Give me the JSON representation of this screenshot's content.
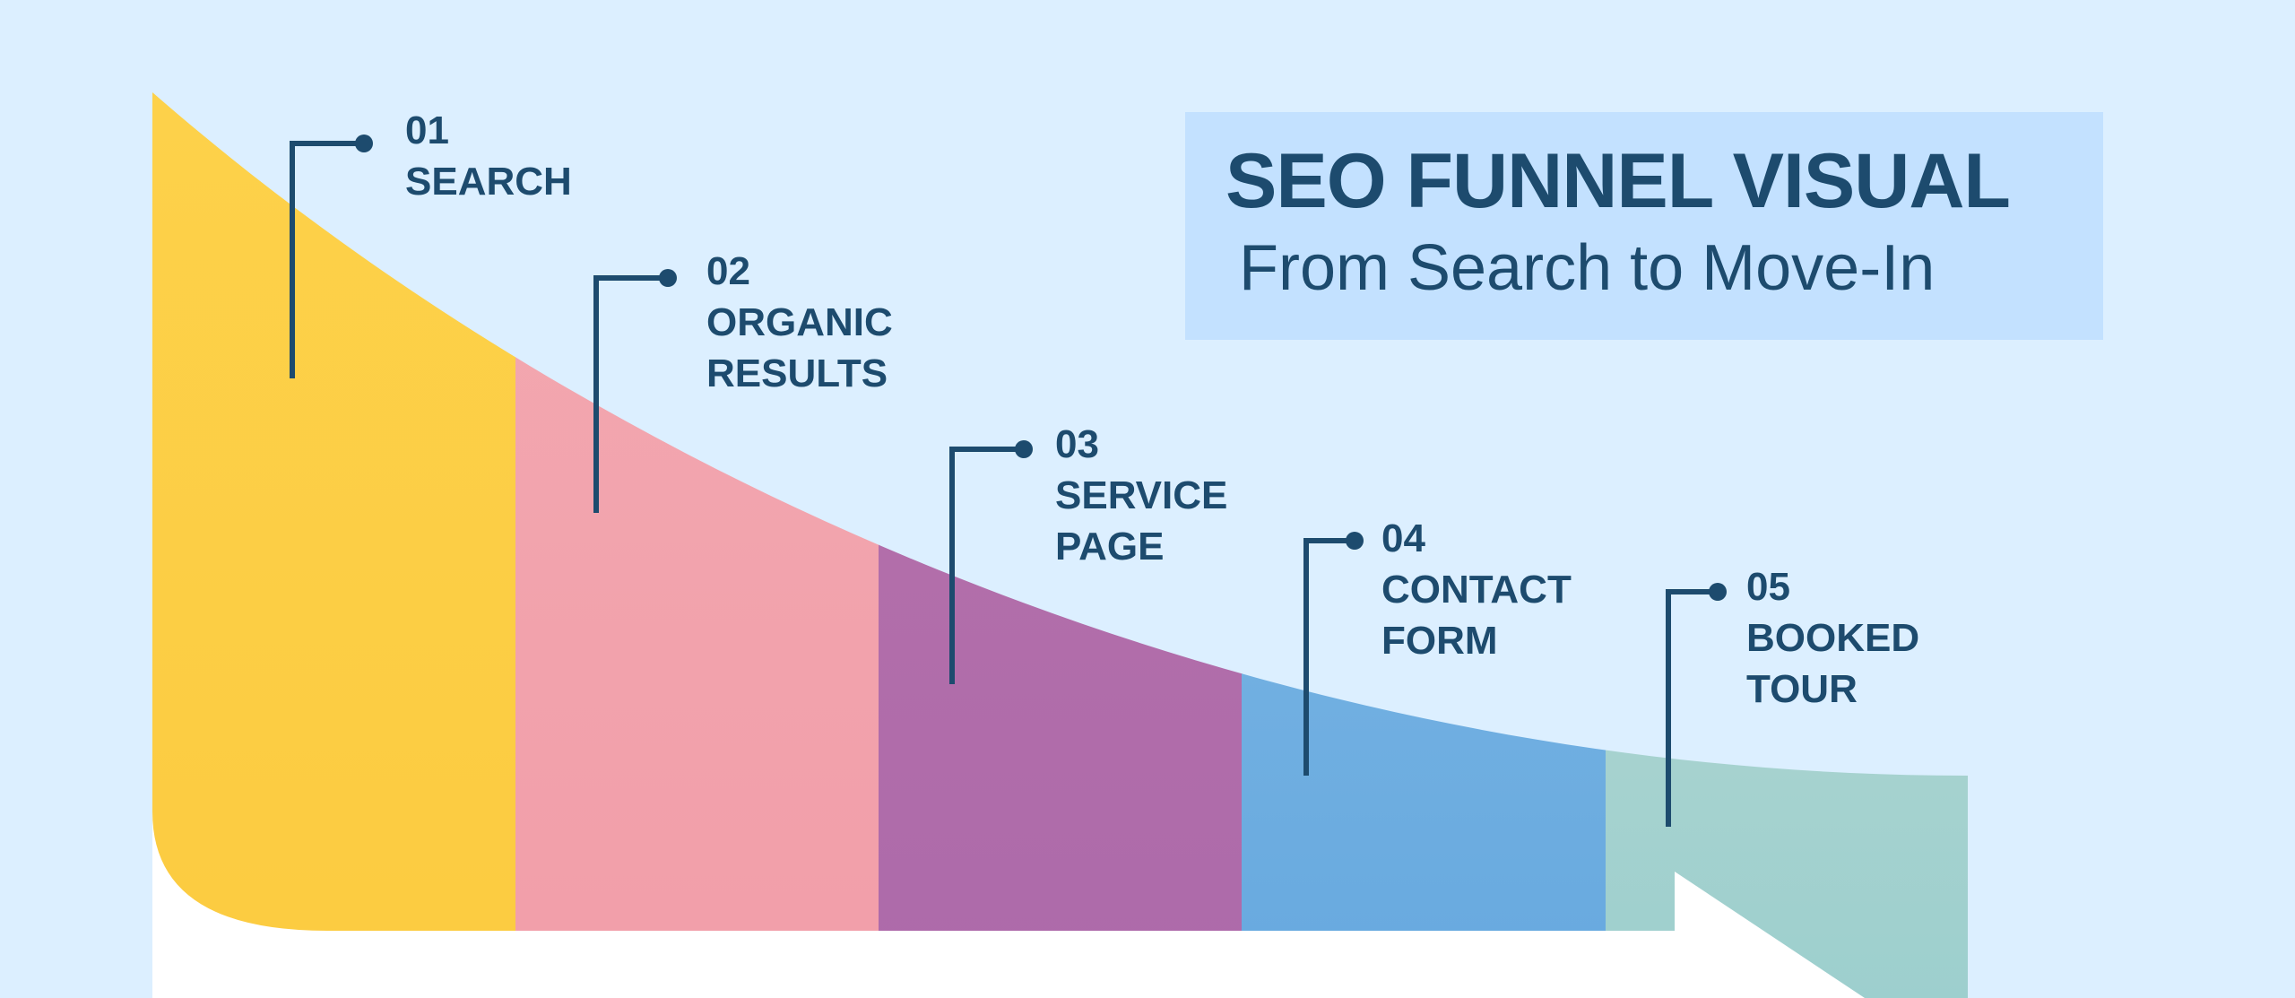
{
  "title": "SEO FUNNEL VISUAL",
  "subtitle": "From Search to Move-In",
  "stages": [
    {
      "number": "01",
      "lines": [
        "SEARCH"
      ],
      "color": "#fdd24b"
    },
    {
      "number": "02",
      "lines": [
        "ORGANIC",
        "RESULTS"
      ],
      "color": "#f3a5ae"
    },
    {
      "number": "03",
      "lines": [
        "SERVICE",
        "PAGE"
      ],
      "color": "#b36fa9"
    },
    {
      "number": "04",
      "lines": [
        "CONTACT",
        "FORM"
      ],
      "color": "#75b1e2"
    },
    {
      "number": "05",
      "lines": [
        "BOOKED",
        "TOUR"
      ],
      "color": "#b0dad5"
    }
  ],
  "colors": {
    "background": "#dcefff",
    "title_box": "#c3e1ff",
    "text": "#1d4b6e",
    "base": "#ffffff"
  }
}
